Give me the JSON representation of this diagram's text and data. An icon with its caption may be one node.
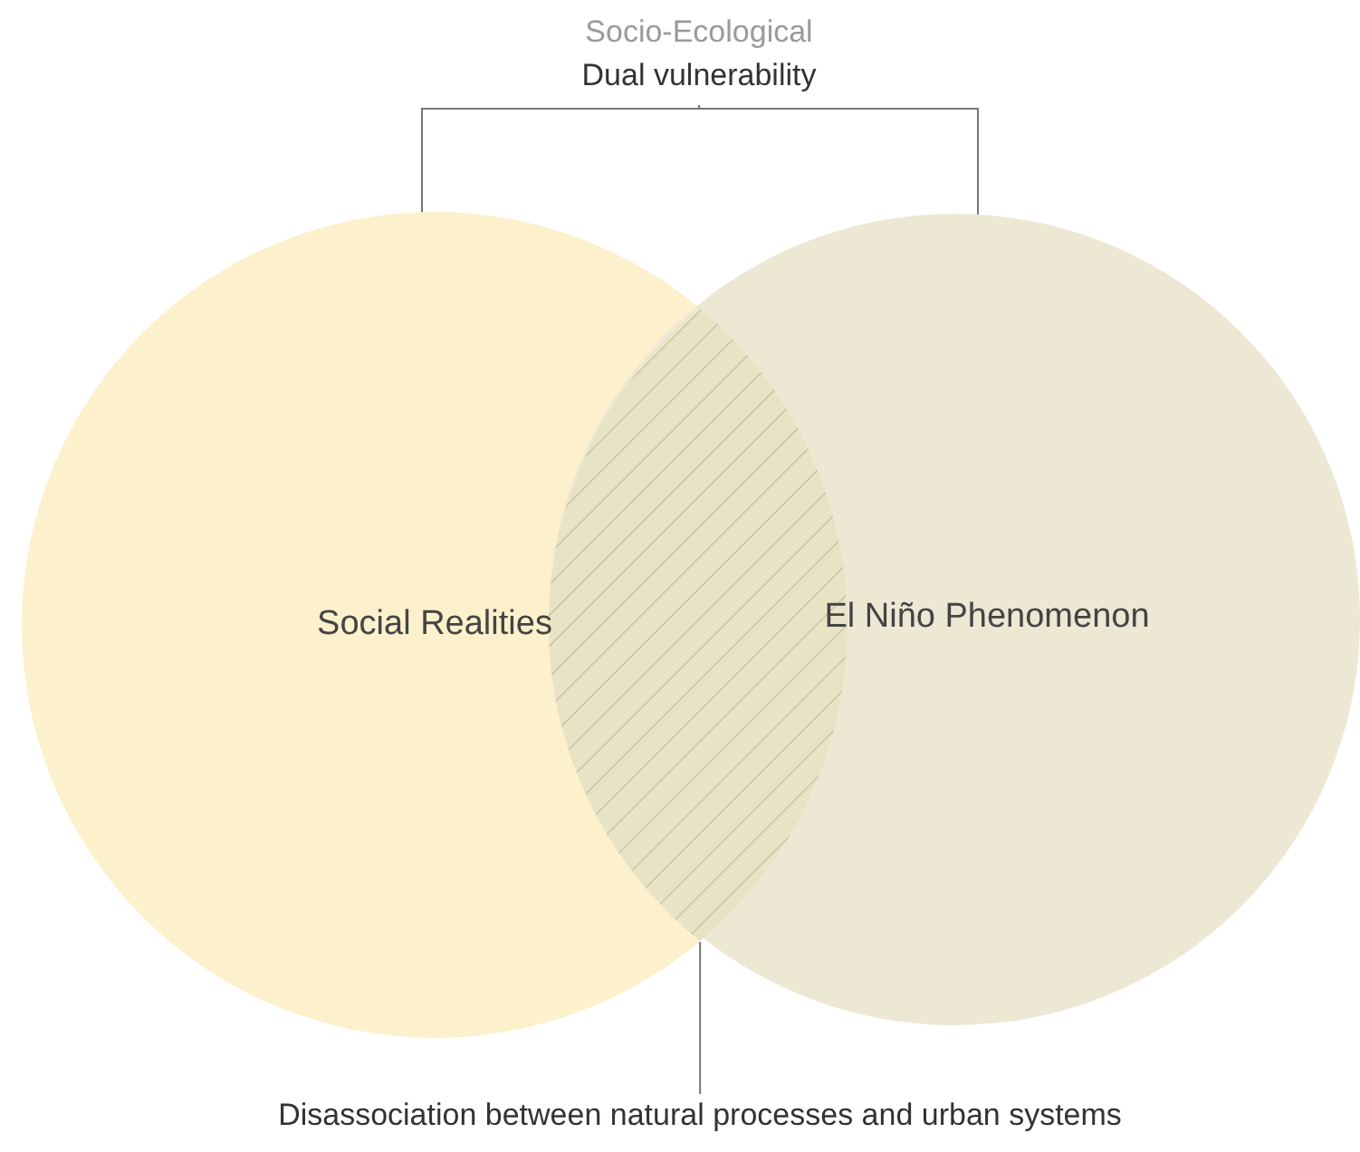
{
  "diagram": {
    "nodes": [
      {
        "text": [
          "Socio-Ecological",
          "Dual vulnerability"
        ]
      },
      {
        "text": [
          "Social Realities"
        ]
      },
      {
        "text": [
          "El Niño Phenomenon"
        ]
      },
      {
        "text": [],
        "shape": "lens"
      },
      {
        "text": [
          "Disassociation between natural processes and urban systems"
        ]
      }
    ],
    "edges": [
      {
        "from": 0,
        "to": 1,
        "arrow": "none"
      },
      {
        "from": 0,
        "to": 2,
        "arrow": "none"
      },
      {
        "from": 4,
        "to": 3,
        "arrow": "none"
      }
    ]
  }
}
